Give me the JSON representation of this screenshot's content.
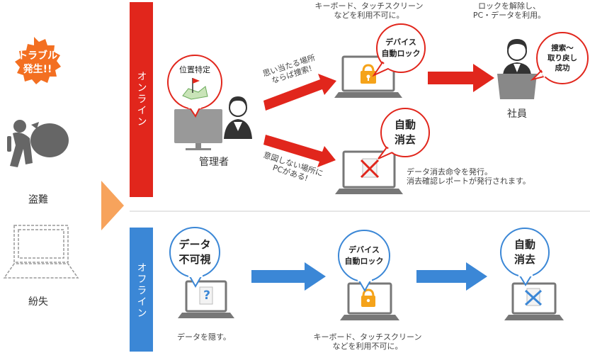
{
  "left": {
    "badge": [
      "トラブル",
      "発生!!"
    ],
    "theft_label": "盗難",
    "loss_label": "紛失"
  },
  "bands": {
    "online": "オンライン",
    "offline": "オフライン"
  },
  "online": {
    "manager_label": "管理者",
    "location_bubble": "位置特定",
    "arrow_upper_text": [
      "思い当たる場所",
      "ならば捜索!"
    ],
    "arrow_lower_text": [
      "意図しない場所に",
      "PCがある!"
    ],
    "top_note_lock": [
      "キーボード、タッチスクリーン",
      "などを利用不可に。"
    ],
    "lock_bubble": [
      "デバイス",
      "自動ロック"
    ],
    "top_note_unlock": [
      "ロックを解除し、",
      "PC・データを利用。"
    ],
    "employee_label": "社員",
    "employee_bubble": [
      "捜索～",
      "取り戻し",
      "成功"
    ],
    "wipe_bubble": [
      "自動",
      "消去"
    ],
    "wipe_note": [
      "データ消去命令を発行。",
      "消去確認レポートが発行されます。"
    ]
  },
  "offline": {
    "hide_bubble": [
      "データ",
      "不可視"
    ],
    "hide_note": "データを隠す。",
    "lock_bubble": [
      "デバイス",
      "自動ロック"
    ],
    "lock_note": [
      "キーボード、タッチスクリーン",
      "などを利用不可に。"
    ],
    "wipe_bubble": [
      "自動",
      "消去"
    ]
  },
  "colors": {
    "online_red": "#e1261c",
    "offline_blue": "#3b87d6",
    "badge_orange": "#f36f21",
    "lock_yellow": "#f5a31a",
    "dark_grey": "#555555"
  }
}
